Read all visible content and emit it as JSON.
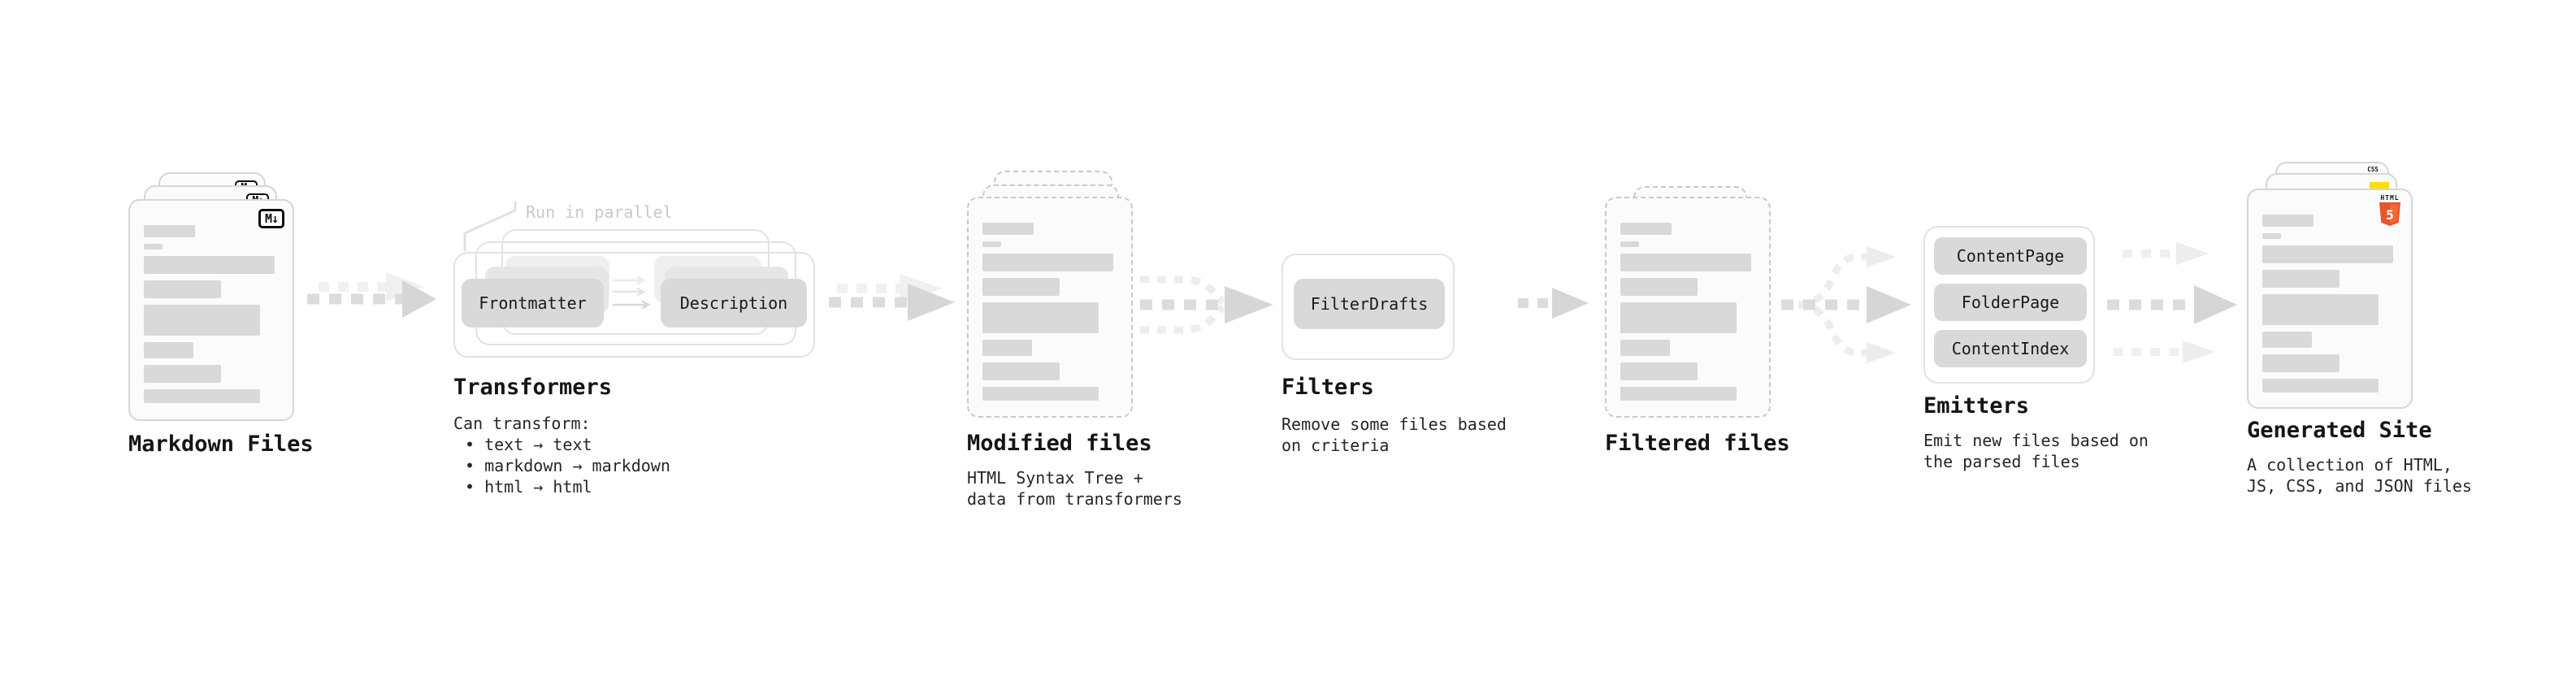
{
  "colors": {
    "pill_bg": "#d9d9d9",
    "bar": "#d9d9d9",
    "accent_html5": "#e8542c",
    "accent_html5_light": "#f06a35",
    "accent_js": "#ffde00",
    "accent_css": "#2f6bff"
  },
  "markdown_files": {
    "label": "Markdown Files",
    "badge": "M↓"
  },
  "transformers": {
    "title": "Transformers",
    "note": "Run in parallel",
    "pill_left": "Frontmatter",
    "pill_right": "Description",
    "desc_heading": "Can transform:",
    "bullets": [
      "• text → text",
      "• markdown → markdown",
      "• html → html"
    ]
  },
  "modified_files": {
    "label": "Modified files",
    "desc": [
      "HTML Syntax Tree +",
      "data from transformers"
    ]
  },
  "filters": {
    "title": "Filters",
    "pill": "FilterDrafts",
    "desc": [
      "Remove some files based",
      "on criteria"
    ]
  },
  "filtered_files": {
    "label": "Filtered files"
  },
  "emitters": {
    "title": "Emitters",
    "pills": [
      "ContentPage",
      "FolderPage",
      "ContentIndex"
    ],
    "desc": [
      "Emit new files based on",
      "the parsed files"
    ]
  },
  "generated_site": {
    "label": "Generated Site",
    "desc": [
      "A collection of HTML,",
      "JS, CSS, and JSON files"
    ],
    "html_badge_top": "HTML",
    "html_badge_num": "5",
    "css_badge": "CSS"
  },
  "doc_bars": [
    {
      "w": 39,
      "h": 15
    },
    {
      "w": 14,
      "h": 7
    },
    {
      "w": 100,
      "h": 22
    },
    {
      "w": 59,
      "h": 22
    },
    {
      "w": 89,
      "h": 38
    },
    {
      "w": 38,
      "h": 20
    },
    {
      "w": 59,
      "h": 22
    },
    {
      "w": 89,
      "h": 17
    }
  ]
}
